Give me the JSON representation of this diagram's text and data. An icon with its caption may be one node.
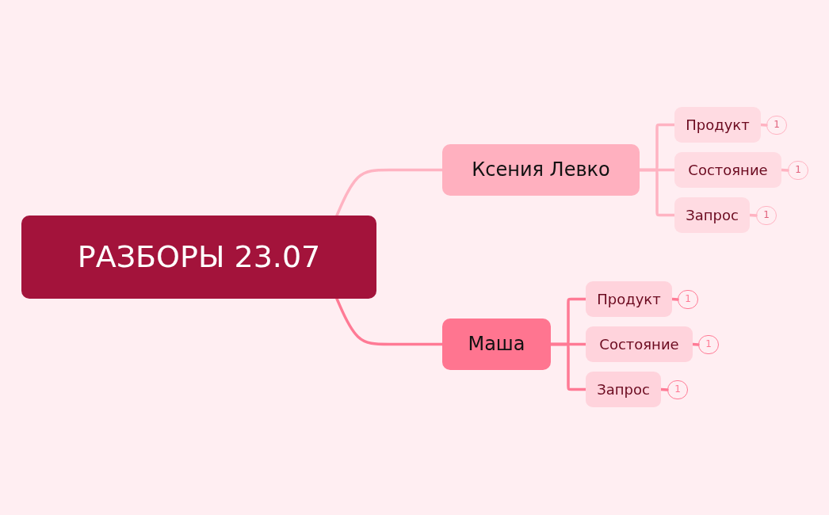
{
  "diagram": {
    "nodes": [
      {
        "text": [
          "РАЗБОРЫ 23.07"
        ]
      },
      {
        "text": [
          "Ксения Левко"
        ]
      },
      {
        "text": [
          "Продукт"
        ]
      },
      {
        "text": [
          "1"
        ]
      },
      {
        "text": [
          "Состояние"
        ]
      },
      {
        "text": [
          "1"
        ]
      },
      {
        "text": [
          "Запрос"
        ]
      },
      {
        "text": [
          "1"
        ]
      },
      {
        "text": [
          "Маша"
        ]
      },
      {
        "text": [
          "Продукт"
        ]
      },
      {
        "text": [
          "1"
        ]
      },
      {
        "text": [
          "Состояние"
        ]
      },
      {
        "text": [
          "1"
        ]
      },
      {
        "text": [
          "Запрос"
        ]
      },
      {
        "text": [
          "1"
        ]
      }
    ],
    "edges": [
      {
        "from": 0,
        "to": 1,
        "arrow": "none"
      },
      {
        "from": 1,
        "to": 2,
        "arrow": "none"
      },
      {
        "from": 1,
        "to": 4,
        "arrow": "none"
      },
      {
        "from": 1,
        "to": 6,
        "arrow": "none"
      },
      {
        "from": 2,
        "to": 3,
        "arrow": "none"
      },
      {
        "from": 4,
        "to": 5,
        "arrow": "none"
      },
      {
        "from": 6,
        "to": 7,
        "arrow": "none"
      },
      {
        "from": 0,
        "to": 8,
        "arrow": "none",
        "color": "#ff7a95"
      },
      {
        "from": 8,
        "to": 9,
        "arrow": "none",
        "color": "#ff7a95"
      },
      {
        "from": 8,
        "to": 11,
        "arrow": "none",
        "color": "#ff7a95"
      },
      {
        "from": 8,
        "to": 13,
        "arrow": "none",
        "color": "#ff7a95"
      },
      {
        "from": 9,
        "to": 10,
        "arrow": "none",
        "color": "#ff7a95"
      },
      {
        "from": 11,
        "to": 12,
        "arrow": "none",
        "color": "#ff7a95"
      },
      {
        "from": 13,
        "to": 14,
        "arrow": "none",
        "color": "#ff7a95"
      }
    ]
  }
}
